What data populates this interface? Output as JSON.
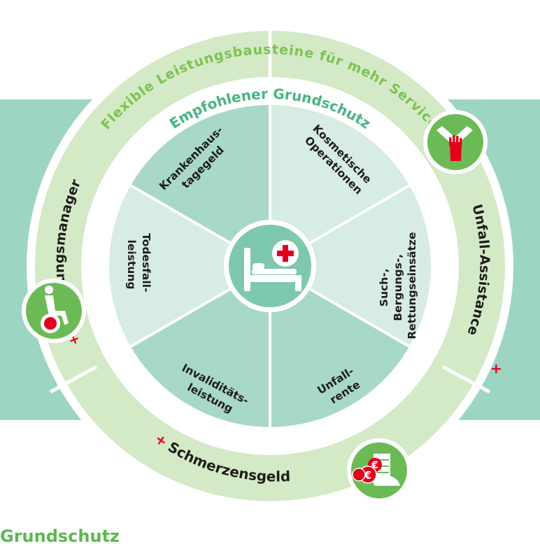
{
  "outer_ring": {
    "title": "Flexible Leistungsbausteine für mehr Service",
    "plus": "+",
    "modules": [
      "Genesungsmanager",
      "Unfall-Assistance",
      "Schmerzensgeld"
    ]
  },
  "inner_ring": {
    "title": "Empfohlener Grundschutz",
    "segments": [
      [
        "Kosmetische",
        "Operationen"
      ],
      [
        "Such-,",
        "Bergungs-,",
        "Rettungseinsätze"
      ],
      [
        "Unfall-",
        "rente"
      ],
      [
        "Invaliditäts-",
        "leistung"
      ],
      [
        "Todesfall-",
        "leistung"
      ],
      [
        "Krankenhaus-",
        "tagegeld"
      ]
    ]
  },
  "icons": [
    "hospital-bed-icon",
    "helping-hands-icon",
    "wheelchair-icon",
    "money-bandage-icon"
  ],
  "euro_symbol": "€",
  "bottom_heading": "Grundschutz",
  "colors": {
    "band": "#9dd5c3",
    "outer_ring": "#d4e9c6",
    "inner_ring_accent": "#47b582",
    "outer_ring_accent": "#7cc34f",
    "segment_dark": "#a8d8c7",
    "segment_light": "#d7ece3",
    "icon_green": "#6cba56",
    "hub_teal": "#7ec8ae",
    "red": "#e3001b"
  }
}
